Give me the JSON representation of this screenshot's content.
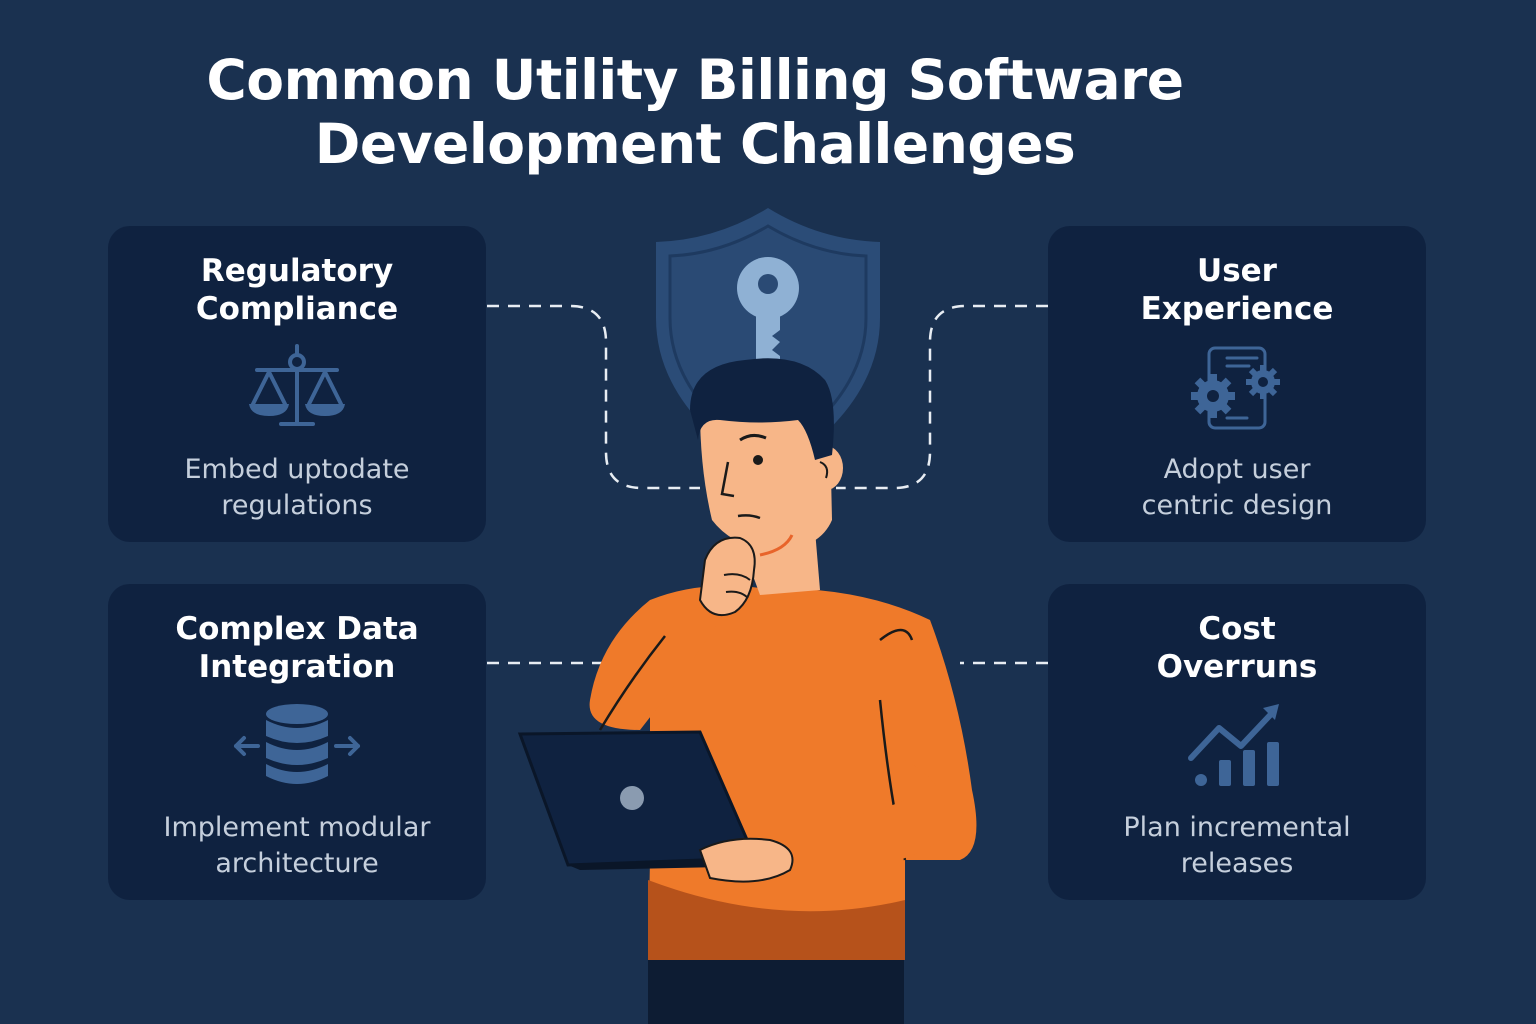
{
  "title": {
    "line1": "Common Utility Billing Software",
    "line2": "Development Challenges"
  },
  "cards": [
    {
      "id": "regulatory",
      "title_line1": "Regulatory",
      "title_line2": "Compliance",
      "icon": "scales-icon",
      "desc_line1": "Embed uptodate",
      "desc_line2": "regulations"
    },
    {
      "id": "ux",
      "title_line1": "User",
      "title_line2": "Experience",
      "icon": "gears-icon",
      "desc_line1": "Adopt user",
      "desc_line2": "centric design"
    },
    {
      "id": "data",
      "title_line1": "Complex Data",
      "title_line2": "Integration",
      "icon": "database-icon",
      "desc_line1": "Implement modular",
      "desc_line2": "architecture"
    },
    {
      "id": "cost",
      "title_line1": "Cost",
      "title_line2": "Overruns",
      "icon": "trend-chart-icon",
      "desc_line1": "Plan incremental",
      "desc_line2": "releases"
    }
  ],
  "colors": {
    "background": "#1a3150",
    "card": "#0f2240",
    "icon": "#3e6597",
    "shirt": "#ef7a2a",
    "skin": "#f7b688",
    "hair": "#0f2240"
  }
}
